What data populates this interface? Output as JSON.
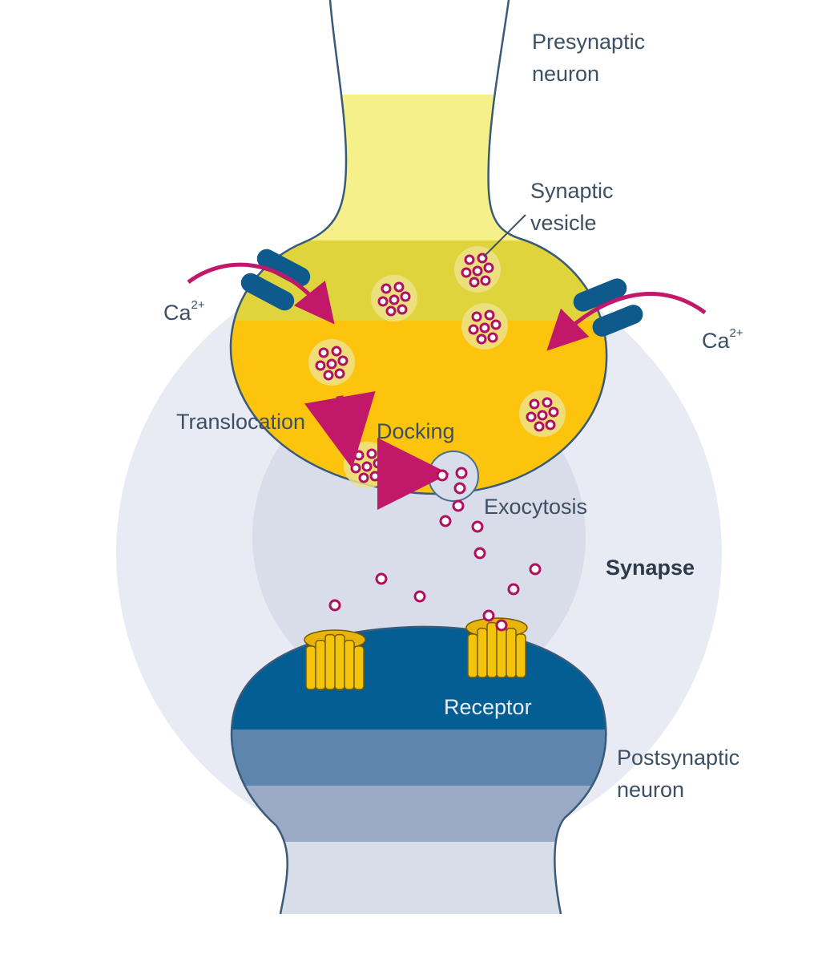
{
  "labels": {
    "presynaptic": "Presynaptic\nneuron",
    "synaptic_vesicle": "Synaptic\nvesicle",
    "calcium_base": "Ca",
    "calcium_charge": "2+",
    "translocation": "Translocation",
    "docking": "Docking",
    "exocytosis": "Exocytosis",
    "synapse": "Synapse",
    "receptor": "Receptor",
    "postsynaptic": "Postsynaptic\nneuron"
  },
  "colors": {
    "presynaptic_light": "#f6f08a",
    "presynaptic_body": "#fcc40c",
    "presynaptic_top": "#e0d43c",
    "synapse_halo": "#e8ebf3",
    "synapse_core": "#d9dde9",
    "postsynaptic": "#035f93",
    "postsynaptic_mid": "#5e86ad",
    "postsynaptic_low": "#9aa9c6",
    "channel": "#0f5a8c",
    "arrow": "#c2186a",
    "neurotransmitter": "#b01060",
    "receptor": "#f2c40c"
  }
}
